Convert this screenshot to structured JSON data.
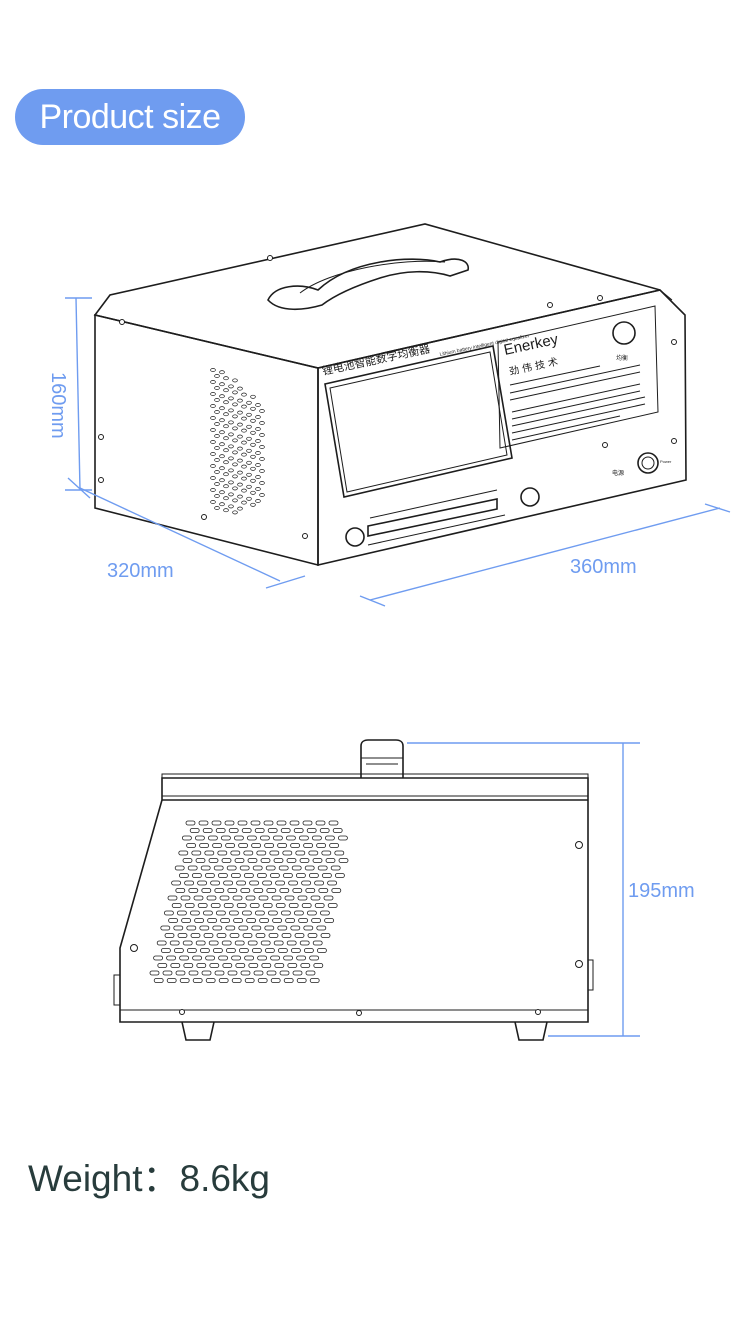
{
  "header": {
    "badge_label": "Product size"
  },
  "dimensions": {
    "height_top_view": "160mm",
    "depth": "320mm",
    "width": "360mm",
    "height_side_view": "195mm"
  },
  "device_panel": {
    "title_cn": "锂电池智能数字均衡器",
    "title_en": "Lithium battery intelligent digital equalizer",
    "brand": "Enerkey",
    "brand_cn": "劲 伟 技 术",
    "button_label_cn": "均衡",
    "power_label_cn": "电源",
    "power_label_en": "Power"
  },
  "spec": {
    "weight": "Weight：8.6kg"
  },
  "colors": {
    "accent": "#6f9cf0",
    "line": "#1d1d1d",
    "weight_text": "#283c3c"
  }
}
